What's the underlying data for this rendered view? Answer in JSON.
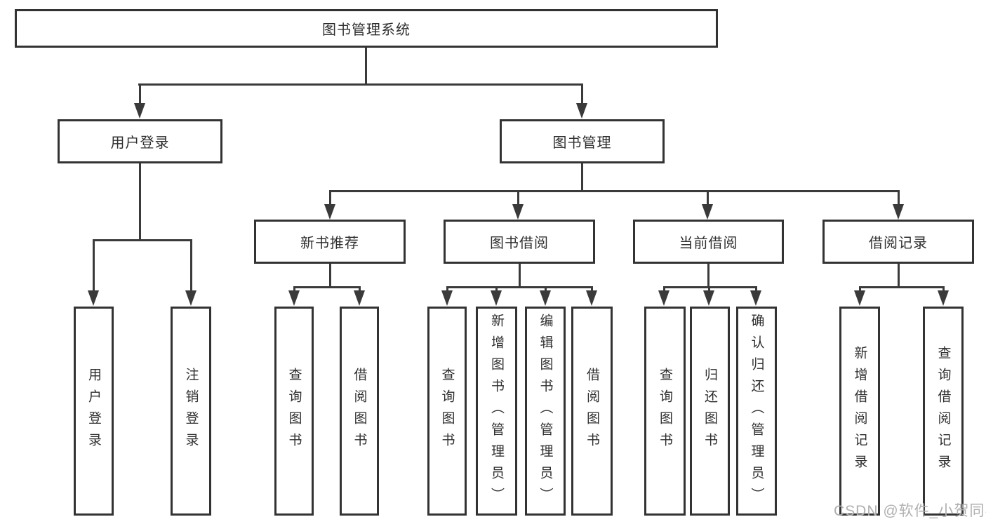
{
  "diagram": {
    "root": {
      "label": "图书管理系统"
    },
    "branches": [
      {
        "label": "用户登录"
      },
      {
        "label": "图书管理"
      }
    ],
    "modules": [
      {
        "label": "新书推荐"
      },
      {
        "label": "图书借阅"
      },
      {
        "label": "当前借阅"
      },
      {
        "label": "借阅记录"
      }
    ],
    "leaves": [
      {
        "label": "用户登录"
      },
      {
        "label": "注销登录"
      },
      {
        "label": "查询图书"
      },
      {
        "label": "借阅图书"
      },
      {
        "label": "查询图书"
      },
      {
        "label": "新增图书（管理员）"
      },
      {
        "label": "编辑图书（管理员）"
      },
      {
        "label": "借阅图书"
      },
      {
        "label": "查询图书"
      },
      {
        "label": "归还图书"
      },
      {
        "label": "确认归还（管理员）"
      },
      {
        "label": "新增借阅记录"
      },
      {
        "label": "查询借阅记录"
      }
    ],
    "watermark": "CSDN @软件_小贺同学",
    "colors": {
      "line": "#3a3a3a",
      "border": "#333333",
      "text": "#2f2f2f",
      "watermark": "#b0b0b0",
      "background": "#ffffff"
    }
  }
}
